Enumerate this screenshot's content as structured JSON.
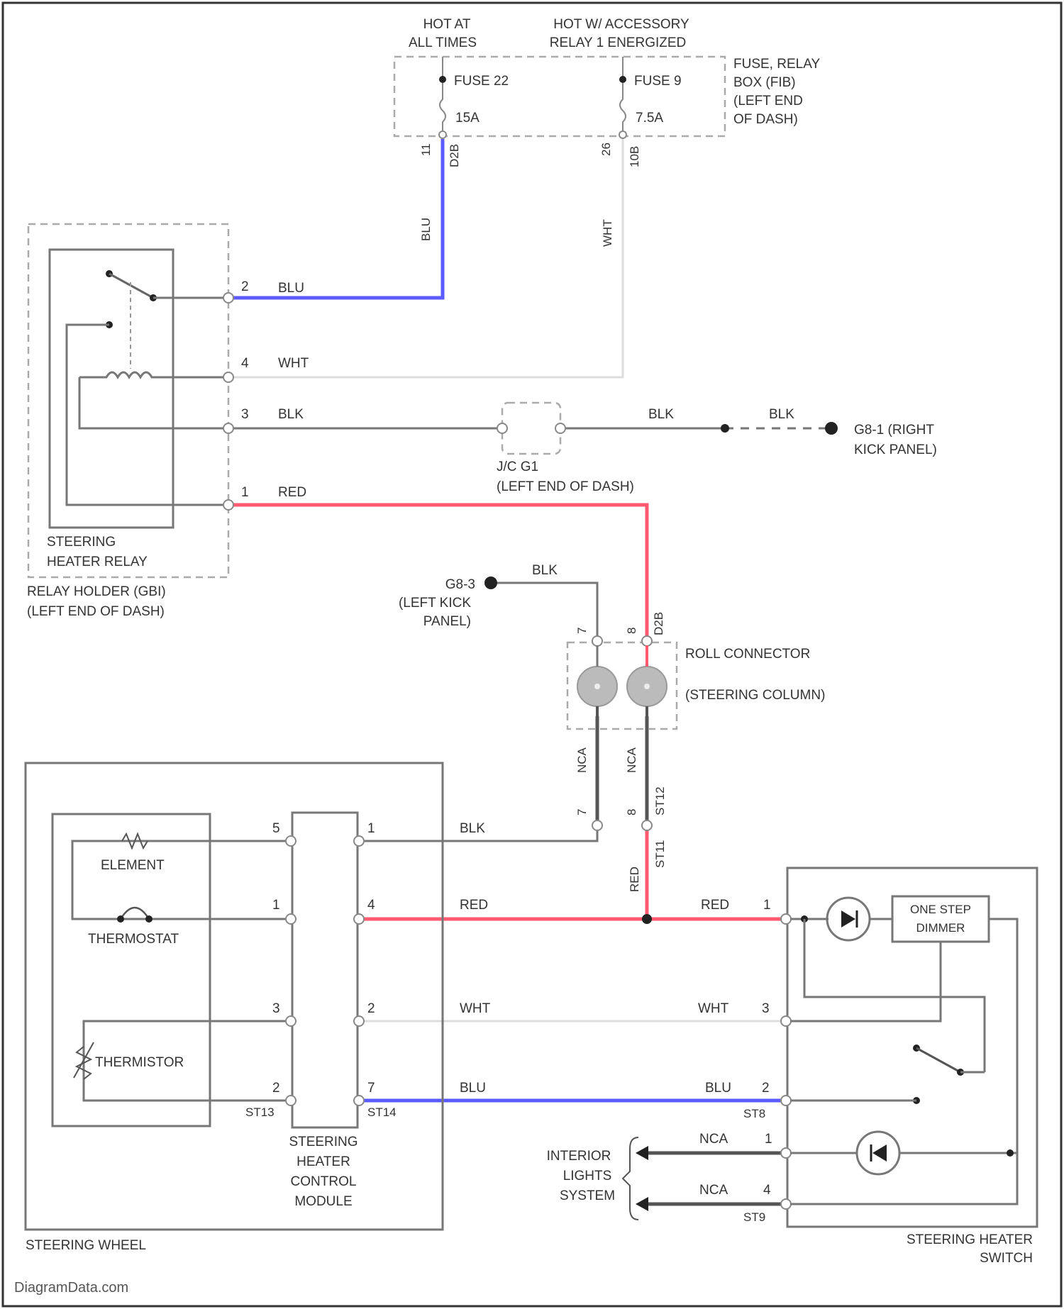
{
  "colors": {
    "blu": "#5b5bff",
    "red": "#ff5a6e",
    "blk": "#777777",
    "wht": "#dddddd",
    "nca": "#555555",
    "frame": "#777777"
  },
  "fuse_box": {
    "hot1": [
      "HOT AT",
      "ALL TIMES"
    ],
    "hot2": [
      "HOT W/ ACCESSORY",
      "RELAY 1 ENERGIZED"
    ],
    "fuse22": "FUSE 22",
    "fuse22_amp": "15A",
    "fuse9": "FUSE 9",
    "fuse9_amp": "7.5A",
    "title": [
      "FUSE, RELAY",
      "BOX (FIB)",
      "(LEFT END",
      "OF DASH)"
    ],
    "pin_left": "11",
    "conn_left": "D2B",
    "pin_right": "26",
    "conn_right": "10B"
  },
  "relay": {
    "name": [
      "STEERING",
      "HEATER RELAY"
    ],
    "holder": [
      "RELAY HOLDER (GBI)",
      "(LEFT END OF DASH)"
    ],
    "pins": [
      "2",
      "4",
      "3",
      "1"
    ]
  },
  "wires": {
    "blu": "BLU",
    "wht": "WHT",
    "blk": "BLK",
    "red": "RED",
    "nca": "NCA"
  },
  "ground_right": [
    "G8-1 (RIGHT",
    "KICK PANEL)"
  ],
  "ground_left": [
    "G8-3",
    "(LEFT KICK",
    "PANEL)"
  ],
  "junction": [
    "J/C G1",
    "(LEFT END OF DASH)"
  ],
  "roll": {
    "title": [
      "ROLL CONNECTOR",
      "(STEERING COLUMN)"
    ],
    "conn_top": "D2B",
    "pin_top_left": "7",
    "pin_top_right": "8",
    "pin_bot_left": "7",
    "pin_bot_right": "8",
    "conn_bot": "ST12",
    "conn_mid": "ST11"
  },
  "wheel": {
    "label": "STEERING WHEEL",
    "element": "ELEMENT",
    "thermostat": "THERMOSTAT",
    "thermistor": "THERMISTOR"
  },
  "module": {
    "name": [
      "STEERING",
      "HEATER",
      "CONTROL",
      "MODULE"
    ],
    "left_pins": [
      "5",
      "1",
      "3",
      "2"
    ],
    "right_pins": [
      "1",
      "4",
      "2",
      "7"
    ],
    "conn_left": "ST13",
    "conn_right": "ST14"
  },
  "switch": {
    "name": [
      "STEERING HEATER",
      "SWITCH"
    ],
    "dimmer": [
      "ONE STEP",
      "DIMMER"
    ],
    "pins": [
      "1",
      "3",
      "2",
      "1",
      "4"
    ],
    "conn_top": "ST8",
    "conn_bot": "ST9"
  },
  "interior": [
    "INTERIOR",
    "LIGHTS",
    "SYSTEM"
  ],
  "watermark": "DiagramData.com"
}
